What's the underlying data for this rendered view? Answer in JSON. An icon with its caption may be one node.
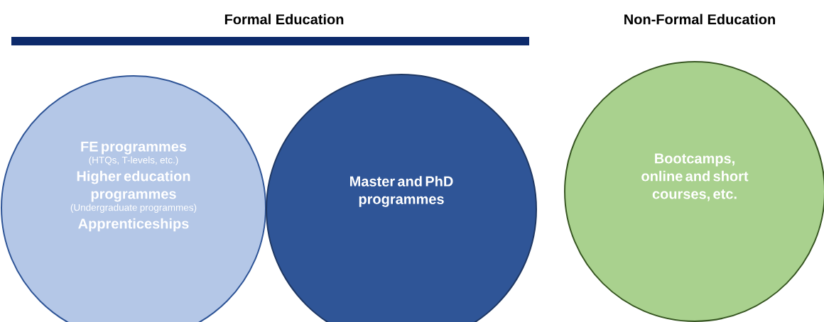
{
  "diagram": {
    "nodes": [
      {
        "text": [
          "FE programmes",
          "(HTQs, T-levels, etc.)",
          "Higher education programmes",
          "(Undergraduate programmes)",
          "Apprenticeships"
        ]
      },
      {
        "text": [
          "Master and PhD programmes"
        ]
      },
      {
        "text": [
          "Bootcamps, online and short courses, etc."
        ]
      }
    ],
    "labels": [
      "Formal Education",
      "Non-Formal Education"
    ]
  }
}
